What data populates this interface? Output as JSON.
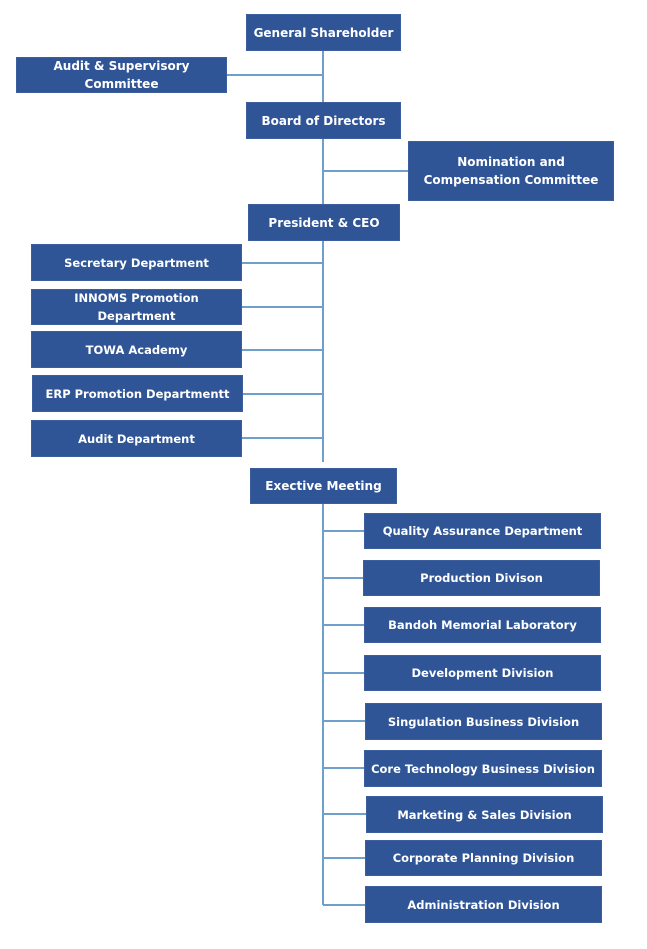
{
  "diagram": {
    "top": {
      "general_shareholder": "General Shareholder",
      "audit_supervisory_committee": "Audit & Supervisory Committee",
      "board_of_directors": "Board of Directors",
      "nomination_compensation_committee": "Nomination and Compensation Committee",
      "president_ceo": "President & CEO"
    },
    "staff_departments": [
      "Secretary Department",
      "INNOMS Promotion Department",
      "TOWA Academy",
      "ERP Promotion Departmentt",
      "Audit Department"
    ],
    "executive_meeting": "Exective Meeting",
    "divisions": [
      "Quality Assurance Department",
      "Production Divison",
      "Bandoh Memorial Laboratory",
      "Development Division",
      "Singulation Business Division",
      "Core Technology Business Division",
      "Marketing & Sales Division",
      "Corporate Planning Division",
      "Administration Division"
    ],
    "colors": {
      "box_fill": "#2f5597",
      "box_text": "#ffffff",
      "connector": "#6f9fcb"
    }
  }
}
